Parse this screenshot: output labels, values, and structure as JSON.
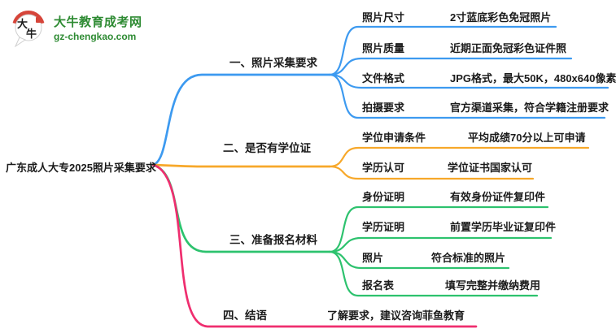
{
  "logo": {
    "title": "大牛教育成考网",
    "domain": "gz-chengkao.com",
    "icon": "bull-speech-bubble-logo"
  },
  "central": {
    "label": "广东成人大专2025照片采集要求"
  },
  "branches": [
    {
      "label": "一、照片采集要求",
      "color_key": "blue",
      "children": [
        {
          "label": "照片尺寸",
          "value": "2寸蓝底彩色免冠照片"
        },
        {
          "label": "照片质量",
          "value": "近期正面免冠彩色证件照"
        },
        {
          "label": "文件格式",
          "value": "JPG格式，最大50K，480x640像素"
        },
        {
          "label": "拍摄要求",
          "value": "官方渠道采集，符合学籍注册要求"
        }
      ]
    },
    {
      "label": "二、是否有学位证",
      "color_key": "orange",
      "children": [
        {
          "label": "学位申请条件",
          "value": "平均成绩70分以上可申请"
        },
        {
          "label": "学历认可",
          "value": "学位证书国家认可"
        }
      ]
    },
    {
      "label": "三、准备报名材料",
      "color_key": "green",
      "children": [
        {
          "label": "身份证明",
          "value": "有效身份证件复印件"
        },
        {
          "label": "学历证明",
          "value": "前置学历毕业证复印件"
        },
        {
          "label": "照片",
          "value": "符合标准的照片"
        },
        {
          "label": "报名表",
          "value": "填写完整并缴纳费用"
        }
      ]
    },
    {
      "label": "四、结语",
      "value": "了解要求，建议咨询菲鱼教育",
      "color_key": "pink",
      "children": []
    }
  ],
  "colors": {
    "blue": "#3D9AF0",
    "orange": "#F7A82A",
    "green": "#2DC26E",
    "pink": "#EF2E6F",
    "text": "#1B1B1B",
    "brand_green": "#2E8B33",
    "brand_red": "#D6453A"
  }
}
